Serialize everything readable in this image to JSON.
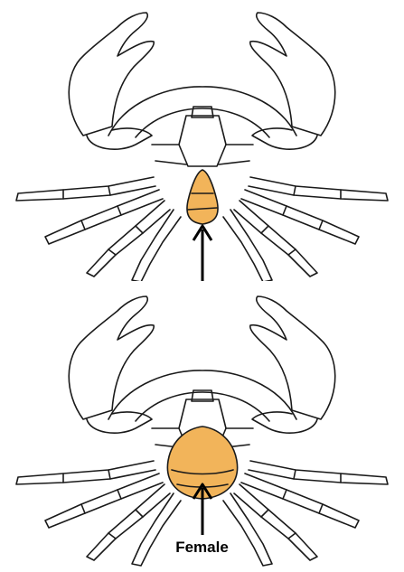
{
  "panels": [
    {
      "id": "male",
      "caption": "",
      "abdomen_shape": "narrow-triangular",
      "highlight_color": "#F2B45A",
      "arrow_color": "#000000"
    },
    {
      "id": "female",
      "caption": "Female",
      "abdomen_shape": "broad-rounded",
      "highlight_color": "#F2B45A",
      "arrow_color": "#000000"
    }
  ],
  "line_color": "#1a1a1a",
  "background_color": "#ffffff"
}
